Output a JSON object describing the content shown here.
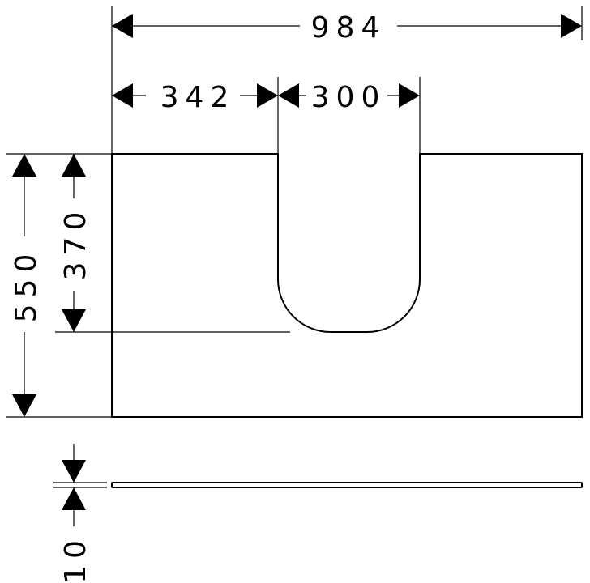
{
  "dimensions": {
    "overall_width": "984",
    "left_offset": "342",
    "cutout_width": "300",
    "overall_depth": "550",
    "cutout_depth": "370",
    "thickness": "10"
  }
}
